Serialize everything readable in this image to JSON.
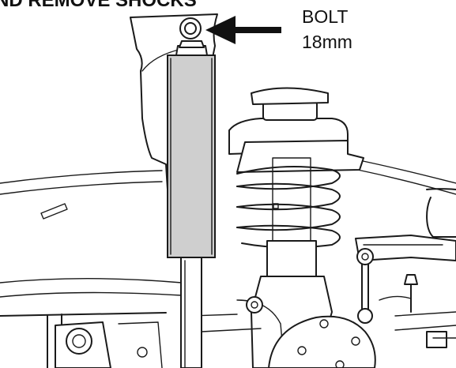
{
  "heading": {
    "text": "ND REMOVE SHOCKS"
  },
  "callout": {
    "line1": "BOLT",
    "line2": "18mm"
  },
  "colors": {
    "ink": "#1a1a1a",
    "shock_body": "#cfcfcf",
    "paper": "#ffffff"
  }
}
